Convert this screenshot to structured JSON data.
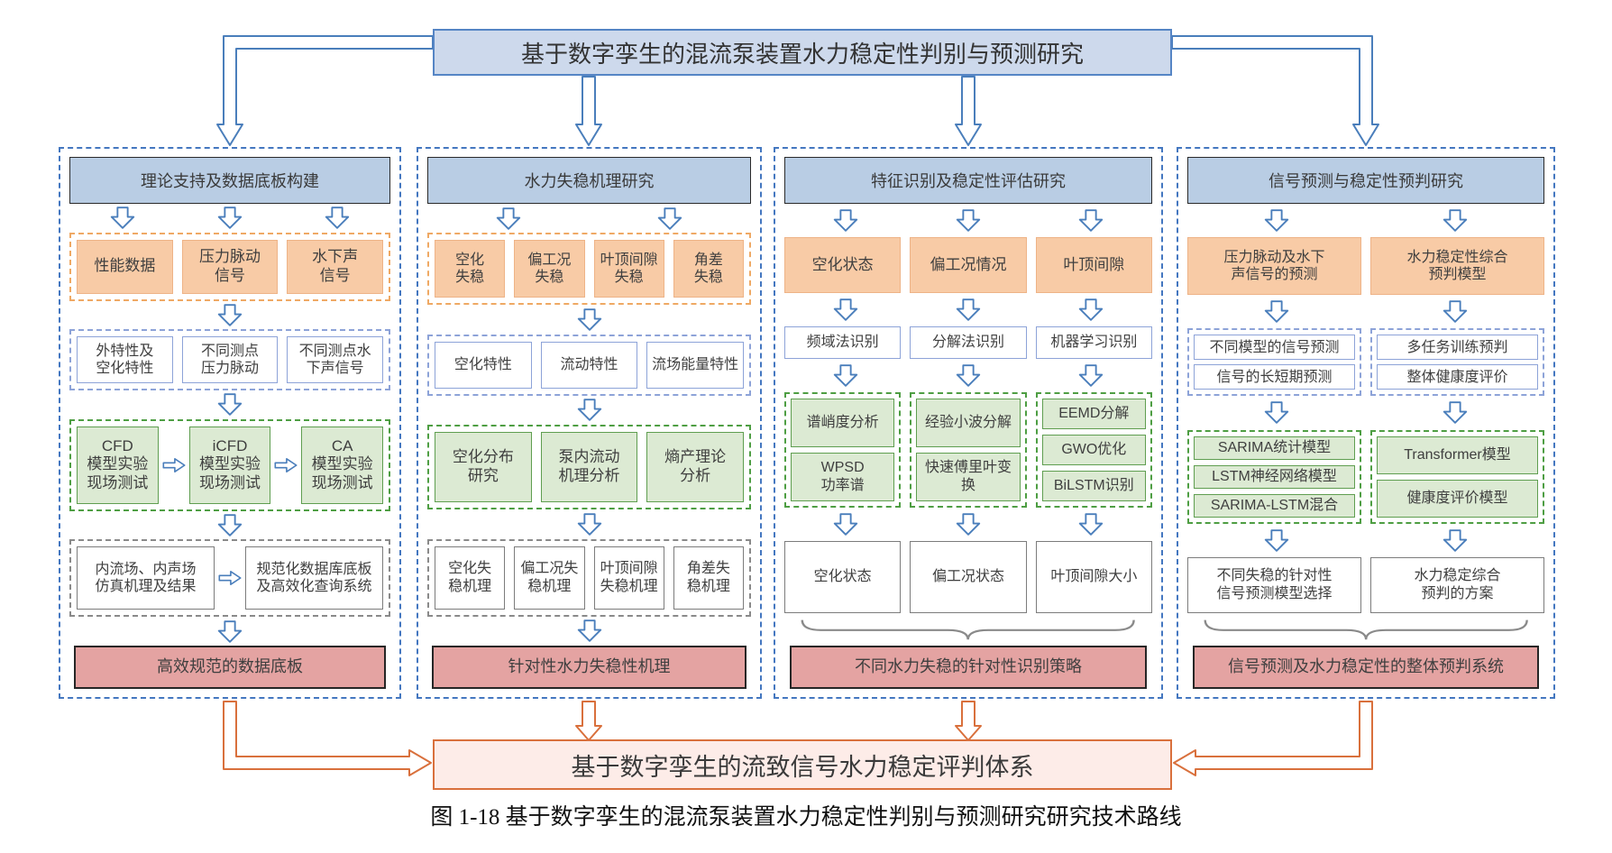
{
  "title": "基于数字孪生的混流泵装置水力稳定性判别与预测研究",
  "bottom_box": "基于数字孪生的流致信号水力稳定评判体系",
  "caption": "图 1-18 基于数字孪生的混流泵装置水力稳定性判别与预测研究研究技术路线",
  "colors": {
    "column_border": "#4477c0",
    "header_fill": "#b9cde4",
    "title_fill": "#cdd9ec",
    "orange_fill": "#f8cba6",
    "green_fill": "#dcead3",
    "pink_fill": "#e4a3a2",
    "bottom_fill": "#fdece8",
    "blue_arrow": "#4a7ebb",
    "orange_arrow": "#d9703c"
  },
  "columns": [
    {
      "header": "理论支持及数据底板构建",
      "orange": [
        "性能数据",
        "压力脉动\n信号",
        "水下声\n信号"
      ],
      "white": [
        "外特性及\n空化特性",
        "不同测点\n压力脉动",
        "不同测点水\n下声信号"
      ],
      "green": [
        "CFD\n模型实验\n现场测试",
        "iCFD\n模型实验\n现场测试",
        "CA\n模型实验\n现场测试"
      ],
      "gray": [
        "内流场、内声场\n仿真机理及结果",
        "规范化数据库底板\n及高效化查询系统"
      ],
      "pink": "高效规范的数据底板"
    },
    {
      "header": "水力失稳机理研究",
      "orange": [
        "空化\n失稳",
        "偏工况\n失稳",
        "叶顶间隙\n失稳",
        "角差\n失稳"
      ],
      "white": [
        "空化特性",
        "流动特性",
        "流场能量特性"
      ],
      "green": [
        "空化分布\n研究",
        "泵内流动\n机理分析",
        "熵产理论\n分析"
      ],
      "gray": [
        "空化失\n稳机理",
        "偏工况失\n稳机理",
        "叶顶间隙\n失稳机理",
        "角差失\n稳机理"
      ],
      "pink": "针对性水力失稳性机理"
    },
    {
      "header": "特征识别及稳定性评估研究",
      "orange": [
        "空化状态",
        "偏工况情况",
        "叶顶间隙"
      ],
      "white": [
        "频域法识别",
        "分解法识别",
        "机器学习识别"
      ],
      "green_groups": [
        [
          "谱峭度分析",
          "WPSD\n功率谱"
        ],
        [
          "经验小波分解",
          "快速傅里叶变换"
        ],
        [
          "EEMD分解",
          "GWO优化",
          "BiLSTM识别"
        ]
      ],
      "gray": [
        "空化状态",
        "偏工况状态",
        "叶顶间隙大小"
      ],
      "pink": "不同水力失稳的针对性识别策略"
    },
    {
      "header": "信号预测与稳定性预判研究",
      "orange": [
        "压力脉动及水下\n声信号的预测",
        "水力稳定性综合\n预判模型"
      ],
      "white_groups": [
        [
          "不同模型的信号预测",
          "信号的长短期预测"
        ],
        [
          "多任务训练预判",
          "整体健康度评价"
        ]
      ],
      "green_groups": [
        [
          "SARIMA统计模型",
          "LSTM神经网络模型",
          "SARIMA-LSTM混合"
        ],
        [
          "Transformer模型",
          "健康度评价模型"
        ]
      ],
      "gray": [
        "不同失稳的针对性\n信号预测模型选择",
        "水力稳定综合\n预判的方案"
      ],
      "pink": "信号预测及水力稳定性的整体预判系统"
    }
  ]
}
